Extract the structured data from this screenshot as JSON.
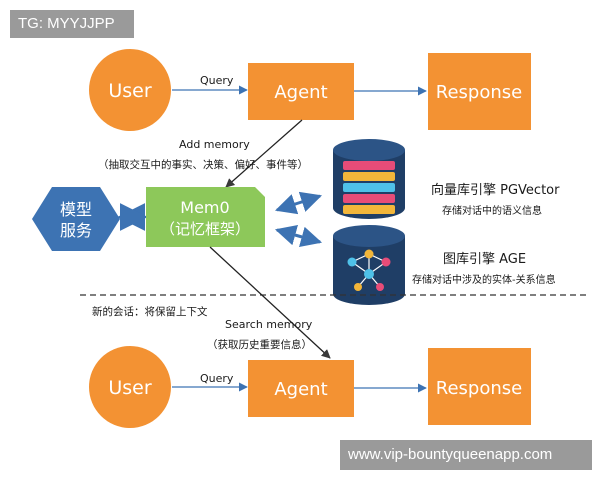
{
  "watermarks": {
    "top": "TG: MYYJJPP",
    "bottom": "www.vip-bountyqueenapp.com"
  },
  "nodes": {
    "user_top": "User",
    "agent_top": "Agent",
    "response_top": "Response",
    "model_line1": "模型",
    "model_line2": "服务",
    "mem0_line1": "Mem0",
    "mem0_line2": "（记忆框架）",
    "user_bottom": "User",
    "agent_bottom": "Agent",
    "response_bottom": "Response"
  },
  "edges": {
    "query_top": "Query",
    "query_bottom": "Query",
    "add_memory": "Add memory",
    "add_memory_note": "（抽取交互中的事实、决策、偏好、事件等）",
    "search_memory": "Search memory",
    "search_memory_note": "（获取历史重要信息）"
  },
  "stores": {
    "vector_title": "向量库引擎 PGVector",
    "vector_desc": "存储对话中的语义信息",
    "graph_title": "图库引擎 AGE",
    "graph_desc": "存储对话中涉及的实体-关系信息"
  },
  "session": {
    "new_session": "新的会话：将保留上下文"
  },
  "colors": {
    "orange": "#f39233",
    "green": "#8dc85a",
    "navy": "#1f3e66",
    "steel_blue": "#3d73b3",
    "cyan": "#2aa8d4",
    "disk_pink": "#e74c78",
    "disk_yellow": "#f2b63a",
    "disk_cyan": "#4fc1e8"
  }
}
